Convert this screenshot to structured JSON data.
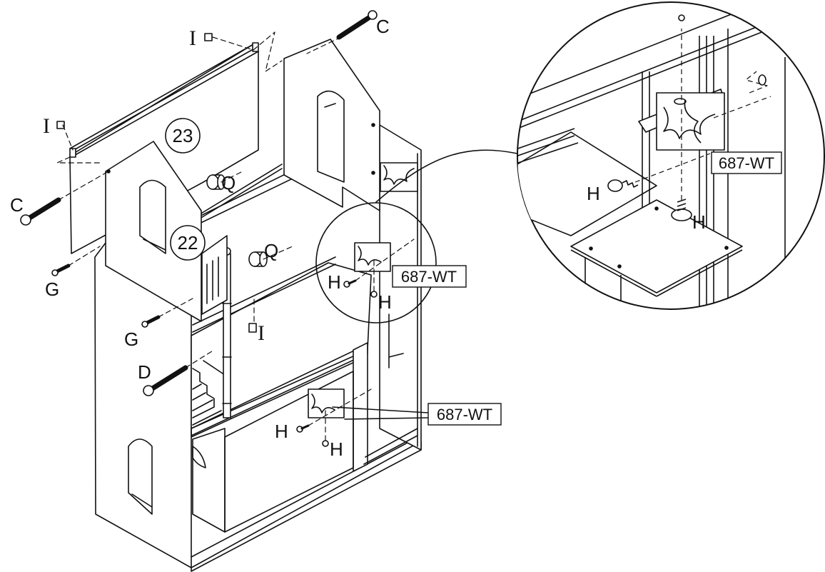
{
  "step_numbers": {
    "upper": "23",
    "lower": "22"
  },
  "part_number": "687-WT",
  "hardware_labels": {
    "C": "C",
    "D": "D",
    "G": "G",
    "H": "H",
    "I": "I",
    "Q": "Q"
  }
}
